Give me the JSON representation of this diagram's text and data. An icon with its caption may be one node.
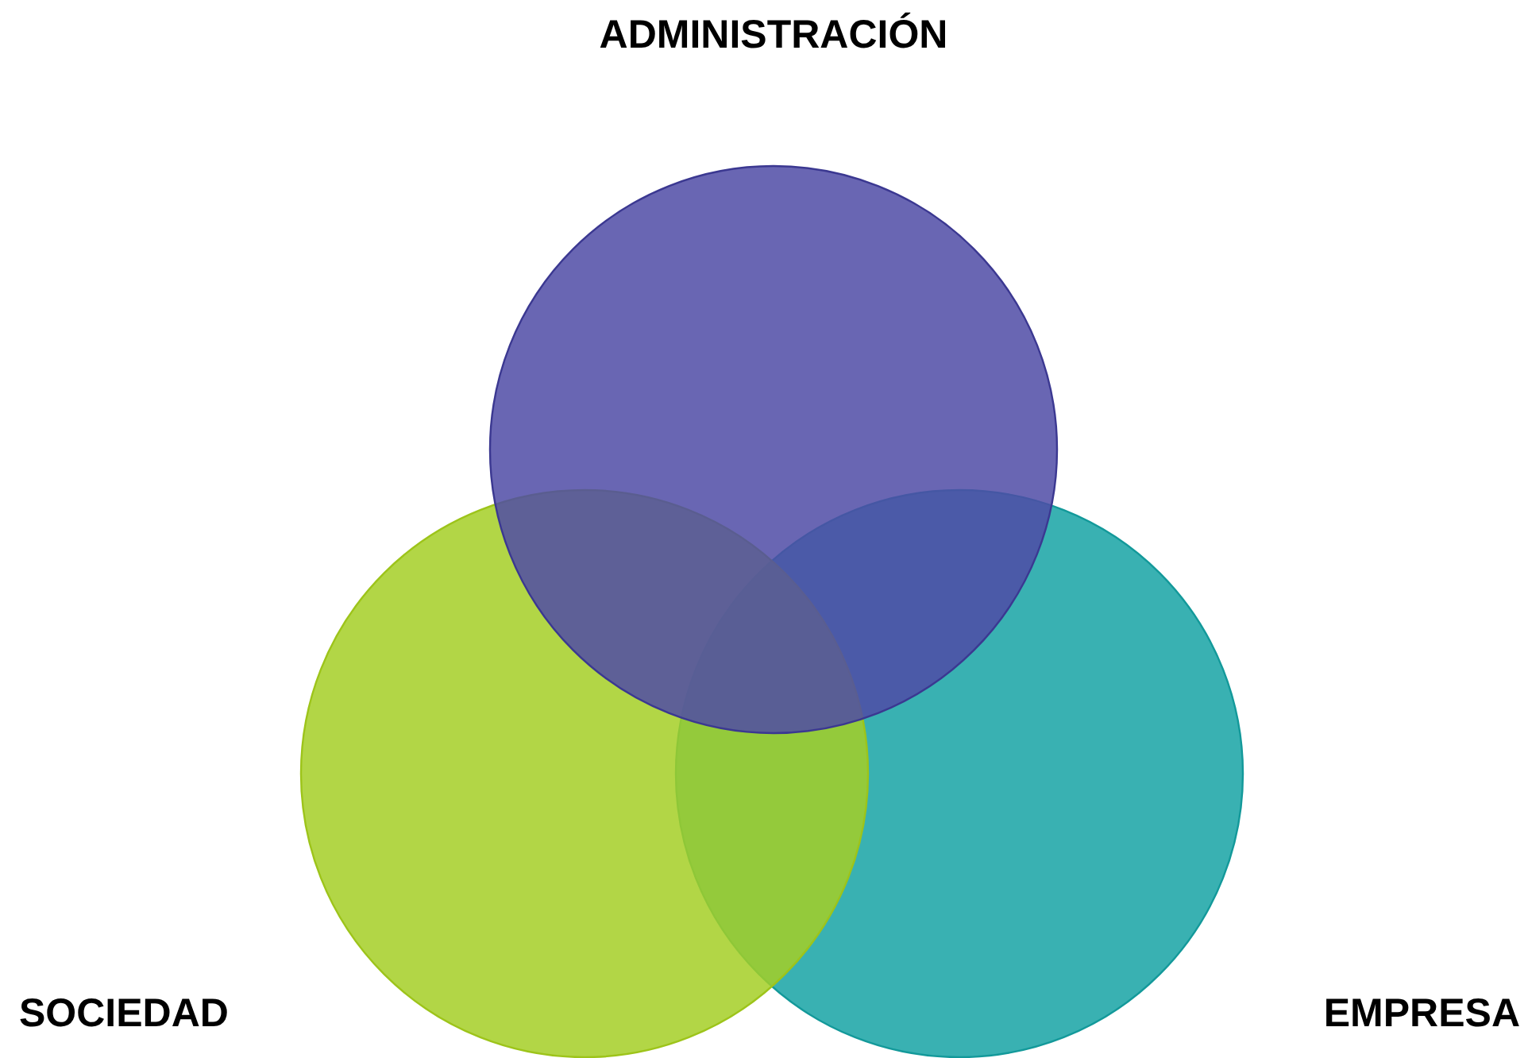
{
  "diagram": {
    "nodes": [
      {
        "text": [
          "ADMINISTRACIÓN"
        ]
      },
      {
        "text": [
          "SOCIEDAD"
        ]
      },
      {
        "text": [
          "EMPRESA"
        ]
      }
    ]
  }
}
